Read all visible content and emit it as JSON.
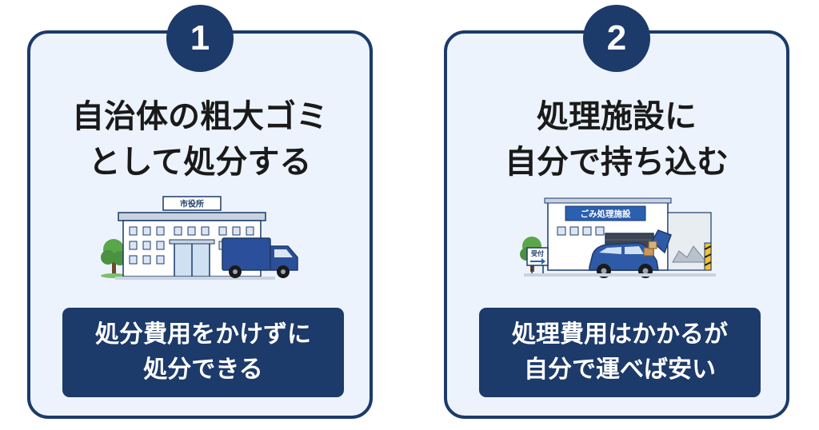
{
  "cards": [
    {
      "number": "1",
      "title_line1": "自治体の粗大ゴミ",
      "title_line2": "として処分する",
      "sign_text": "市役所",
      "caption_line1": "処分費用をかけずに",
      "caption_line2": "処分できる"
    },
    {
      "number": "2",
      "title_line1": "処理施設に",
      "title_line2": "自分で持ち込む",
      "sign_text": "ごみ処理施設",
      "reception_text": "受付",
      "caption_line1": "処理費用はかかるが",
      "caption_line2": "自分で運べば安い"
    }
  ],
  "colors": {
    "navy": "#1c3a6a",
    "card_bg": "#ecf3fc",
    "truck_blue": "#2b4f9a",
    "car_blue": "#2e5aa8",
    "tree_green": "#5aa64a"
  }
}
